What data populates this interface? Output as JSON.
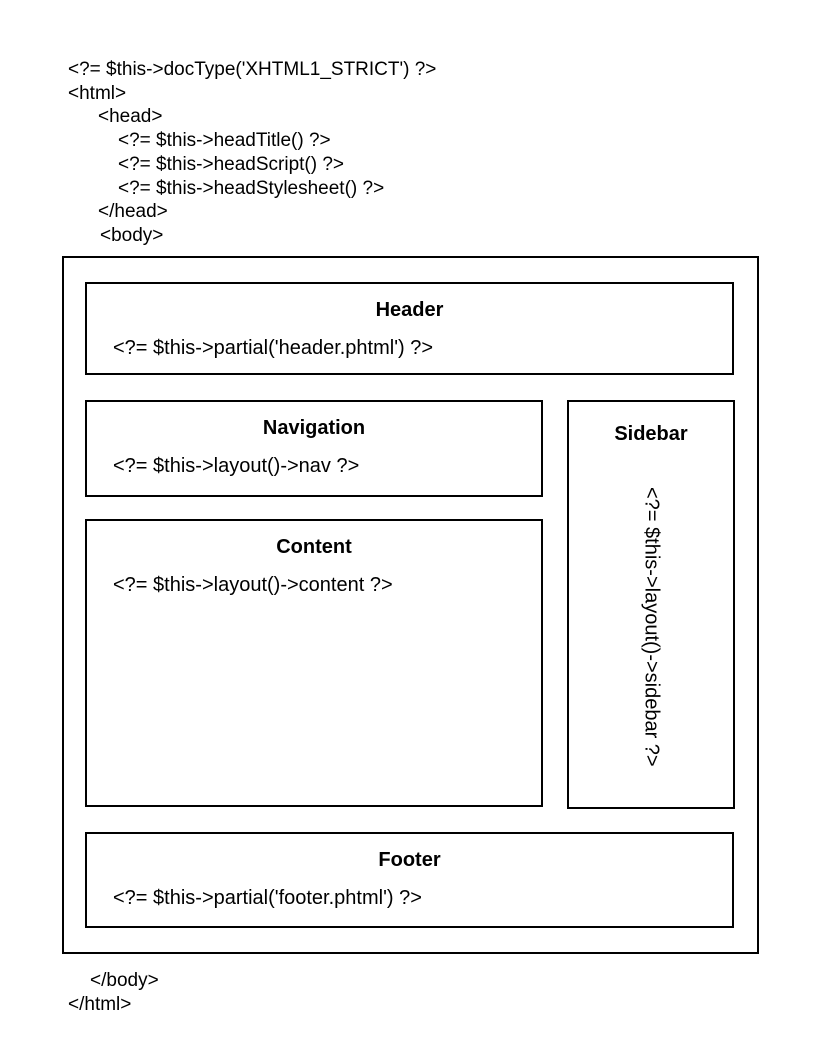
{
  "page": {
    "background": "#ffffff",
    "text_color": "#000000",
    "border_color": "#000000"
  },
  "code_top": {
    "lines": [
      {
        "text": "<?= $this->docType('XHTML1_STRICT') ?>"
      },
      {
        "text": "<html>"
      },
      {
        "text": "<head>"
      },
      {
        "text": "<?= $this->headTitle() ?>"
      },
      {
        "text": "<?= $this->headScript() ?>"
      },
      {
        "text": "<?= $this->headStylesheet() ?>"
      },
      {
        "text": "</head>"
      },
      {
        "text": "<body>"
      }
    ]
  },
  "diagram": {
    "header": {
      "title": "Header",
      "code": "<?= $this->partial('header.phtml') ?>"
    },
    "navigation": {
      "title": "Navigation",
      "code": "<?= $this->layout()->nav ?>"
    },
    "sidebar": {
      "title": "Sidebar",
      "code": "<?= $this->layout()->sidebar ?>"
    },
    "content": {
      "title": "Content",
      "code": "<?= $this->layout()->content ?>"
    },
    "footer": {
      "title": "Footer",
      "code": "<?= $this->partial('footer.phtml') ?>"
    }
  },
  "code_bottom": {
    "lines": [
      {
        "text": "</body>"
      },
      {
        "text": "</html>"
      }
    ]
  }
}
